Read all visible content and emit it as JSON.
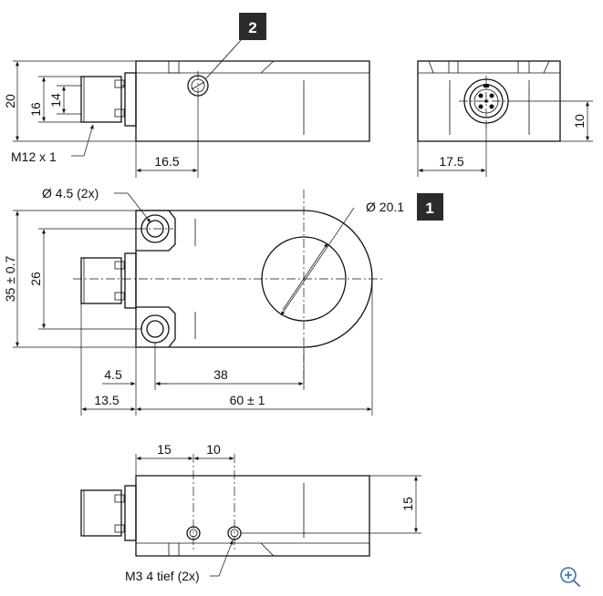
{
  "callouts": {
    "badge_1": "1",
    "badge_2": "2"
  },
  "dimensions": {
    "height_20": "20",
    "height_16": "16",
    "height_14": "14",
    "thread": "M12 x 1",
    "offset_16_5": "16.5",
    "side_17_5": "17.5",
    "side_10": "10",
    "hole_dia": "Ø 4.5 (2x)",
    "bore_dia": "Ø 20.1",
    "height_35": "35 ± 0.7",
    "height_26": "26",
    "offset_4_5": "4.5",
    "length_38": "38",
    "offset_13_5": "13.5",
    "length_60": "60 ± 1",
    "spacing_15": "15",
    "spacing_10": "10",
    "height_15": "15",
    "thread_holes": "M3 4 tief (2x)"
  },
  "colors": {
    "line": "#111111",
    "badge": "#2b2b2b",
    "zoom_icon": "#3a6fb0"
  },
  "toolbar": {
    "zoom_icon": "zoom-in-icon"
  }
}
